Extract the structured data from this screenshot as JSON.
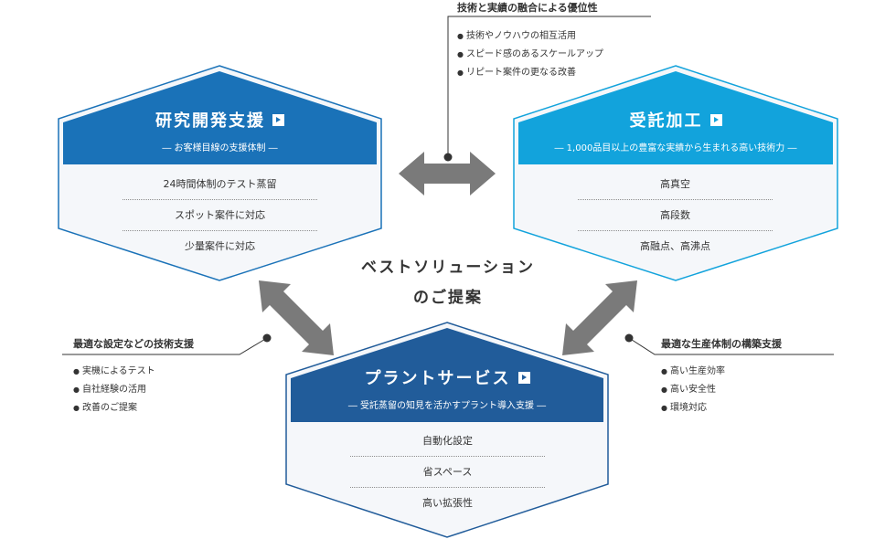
{
  "center_text": {
    "line1": "ベストソリューション",
    "line2": "のご提案"
  },
  "research": {
    "title": "研究開発支援",
    "subtitle": "― お客様目線の支援体制 ―",
    "items": [
      "24時間体制のテスト蒸留",
      "スポット案件に対応",
      "少量案件に対応"
    ]
  },
  "contract": {
    "title": "受託加工",
    "subtitle": "― 1,000品目以上の豊富な実績から生まれる高い技術力 ―",
    "items": [
      "高真空",
      "高段数",
      "高融点、高沸点"
    ]
  },
  "plant": {
    "title": "プラントサービス",
    "subtitle": "― 受託蒸留の知見を活かすプラント導入支援 ―",
    "items": [
      "自動化設定",
      "省スペース",
      "高い拡張性"
    ]
  },
  "top_note": {
    "title": "技術と実績の融合による優位性",
    "bullets": [
      "技術やノウハウの相互活用",
      "スピード感のあるスケールアップ",
      "リピート案件の更なる改善"
    ]
  },
  "left_note": {
    "title": "最適な設定などの技術支援",
    "bullets": [
      "実機によるテスト",
      "自社経験の活用",
      "改善のご提案"
    ]
  },
  "right_note": {
    "title": "最適な生産体制の構築支援",
    "bullets": [
      "高い生産効率",
      "高い安全性",
      "環境対応"
    ]
  },
  "colors": {
    "research": "#1a72b8",
    "contract": "#12a3dc",
    "plant": "#215c9a",
    "arrow": "#7a7a7a",
    "hex_fill": "#f5f7fa"
  }
}
